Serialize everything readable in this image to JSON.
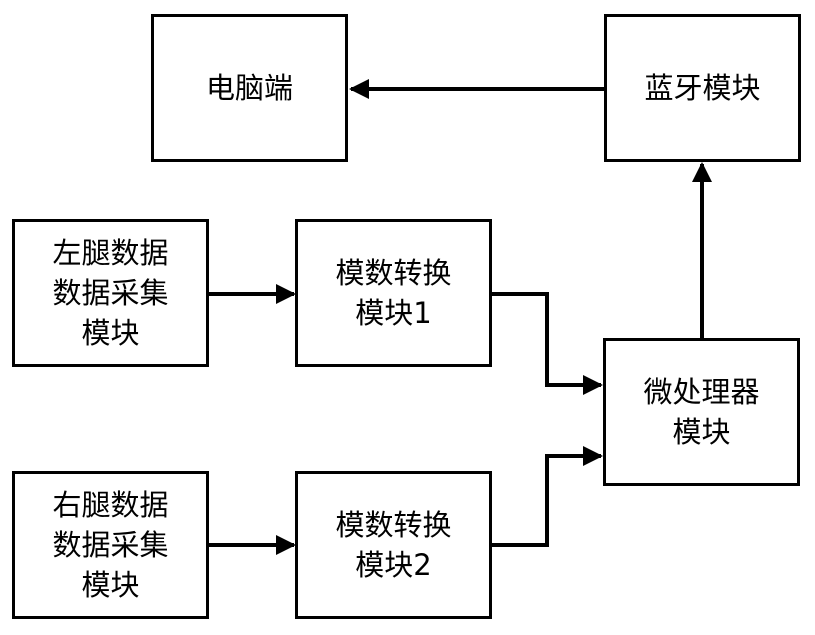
{
  "boxes": {
    "computer": "电脑端",
    "bluetooth": "蓝牙模块",
    "left_leg": "左腿数据\n数据采集\n模块",
    "right_leg": "右腿数据\n数据采集\n模块",
    "adc1": "模数转换\n模块1",
    "adc2": "模数转换\n模块2",
    "mcu": "微处理器\n模块"
  },
  "connections": [
    {
      "from": "bluetooth",
      "to": "computer"
    },
    {
      "from": "mcu",
      "to": "bluetooth"
    },
    {
      "from": "left_leg",
      "to": "adc1"
    },
    {
      "from": "right_leg",
      "to": "adc2"
    },
    {
      "from": "adc1",
      "to": "mcu"
    },
    {
      "from": "adc2",
      "to": "mcu"
    }
  ]
}
